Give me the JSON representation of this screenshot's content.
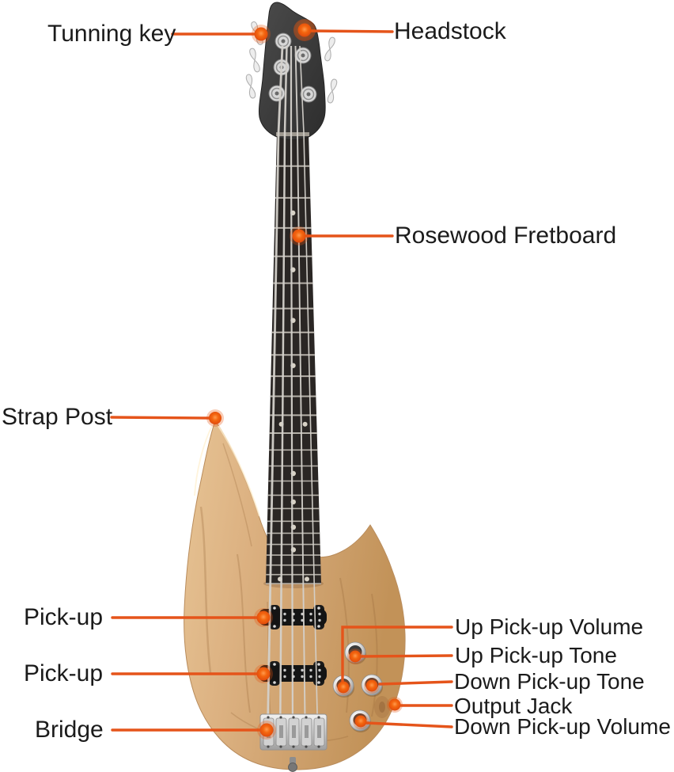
{
  "diagram": {
    "kind": "labeled-product-diagram",
    "subject": "electric bass guitar front view with annotated parts"
  },
  "colors": {
    "background": "#FFFFFF",
    "line": "#E5541A",
    "marker": "#F4660F",
    "marker_edge": "#E04A0C",
    "label_text": "#1B1B1B",
    "body_wood_light": "#E7C495",
    "body_wood_dark": "#C29258",
    "fretboard": "#2A2624",
    "headstock": "#3E3E3E",
    "chrome": "#D8D8D8",
    "pickup_black": "#151515",
    "fret": "#B6B1A9",
    "string": "#D4D1CB",
    "inlay": "#D8D2C6"
  },
  "labels": {
    "tunning_key": "Tunning key",
    "headstock": "Headstock",
    "rosewood_fretboard": "Rosewood Fretboard",
    "strap_post": "Strap Post",
    "pickup_up": "Pick-up",
    "pickup_down": "Pick-up",
    "bridge": "Bridge",
    "up_pickup_volume": "Up Pick-up Volume",
    "up_pickup_tone": "Up Pick-up Tone",
    "down_pickup_tone": "Down Pick-up Tone",
    "output_jack": "Output Jack",
    "down_pickup_volume": "Down Pick-up Volume"
  }
}
